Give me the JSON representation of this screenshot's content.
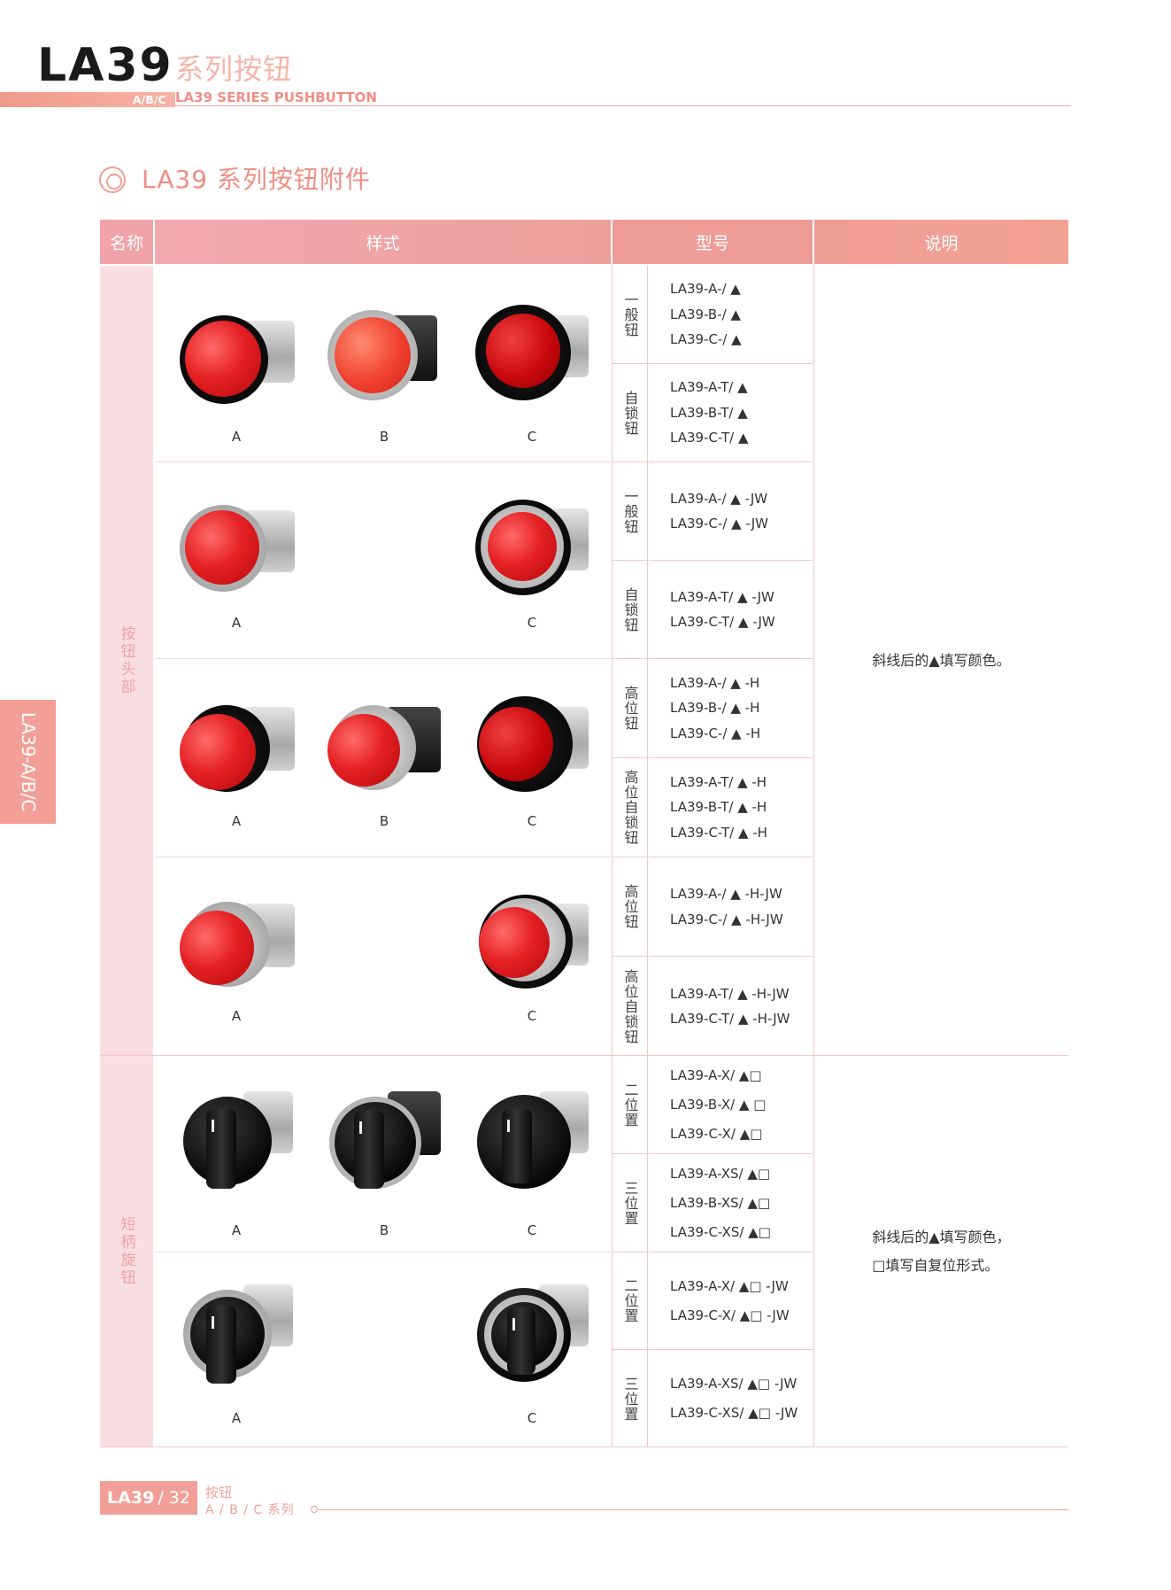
{
  "header": {
    "title": "LA39",
    "title_cn": "系列按钮",
    "subtitle_tag": "A/B/C",
    "subtitle_en": "LA39 SERIES PUSHBUTTON"
  },
  "section": {
    "title": "LA39 系列按钮附件"
  },
  "side_tab": {
    "label": "LA39-A/B/C"
  },
  "table": {
    "headers": {
      "name": "名称",
      "style": "样式",
      "model": "型号",
      "desc": "说明"
    },
    "categories": [
      {
        "label": "按钮头部"
      },
      {
        "label": "短柄旋钮"
      }
    ],
    "blocks": [
      {
        "labels": [
          "A",
          "B",
          "C"
        ]
      },
      {
        "labels": [
          "A",
          "C"
        ]
      },
      {
        "labels": [
          "A",
          "B",
          "C"
        ]
      },
      {
        "labels": [
          "A",
          "C"
        ]
      },
      {
        "labels": [
          "A",
          "B",
          "C"
        ]
      },
      {
        "labels": [
          "A",
          "C"
        ]
      }
    ],
    "rows": [
      {
        "type": "一般钮",
        "models": [
          "LA39-A-/ ▲",
          "LA39-B-/ ▲",
          "LA39-C-/ ▲"
        ]
      },
      {
        "type": "自锁钮",
        "models": [
          "LA39-A-T/ ▲",
          "LA39-B-T/ ▲",
          "LA39-C-T/ ▲"
        ]
      },
      {
        "type": "一般钮",
        "models": [
          "LA39-A-/ ▲ -JW",
          "LA39-C-/ ▲ -JW"
        ]
      },
      {
        "type": "自锁钮",
        "models": [
          "LA39-A-T/ ▲ -JW",
          "LA39-C-T/ ▲ -JW"
        ]
      },
      {
        "type": "高位钮",
        "models": [
          "LA39-A-/ ▲ -H",
          "LA39-B-/ ▲ -H",
          "LA39-C-/ ▲ -H"
        ]
      },
      {
        "type": "高位自锁钮",
        "models": [
          "LA39-A-T/ ▲ -H",
          "LA39-B-T/ ▲ -H",
          "LA39-C-T/ ▲ -H"
        ]
      },
      {
        "type": "高位钮",
        "models": [
          "LA39-A-/ ▲ -H-JW",
          "LA39-C-/ ▲ -H-JW"
        ]
      },
      {
        "type": "高位自锁钮",
        "models": [
          "LA39-A-T/ ▲ -H-JW",
          "LA39-C-T/ ▲ -H-JW"
        ]
      },
      {
        "type": "二位置",
        "models": [
          "LA39-A-X/ ▲□",
          "LA39-B-X/ ▲ □",
          "LA39-C-X/ ▲□"
        ]
      },
      {
        "type": "三位置",
        "models": [
          "LA39-A-XS/ ▲□",
          "LA39-B-XS/ ▲□",
          "LA39-C-XS/ ▲□"
        ]
      },
      {
        "type": "二位置",
        "models": [
          "LA39-A-X/ ▲□ -JW",
          "LA39-C-X/ ▲□ -JW"
        ]
      },
      {
        "type": "三位置",
        "models": [
          "LA39-A-XS/ ▲□ -JW",
          "LA39-C-XS/ ▲□ -JW"
        ]
      }
    ],
    "descriptions": [
      {
        "lines": [
          "斜线后的▲填写颜色。"
        ]
      },
      {
        "lines": [
          "斜线后的▲填写颜色，",
          "□填写自复位形式。"
        ]
      }
    ]
  },
  "footer": {
    "brand": "LA39",
    "page": "/ 32",
    "label_cn": "按钮",
    "label_sub": "A / B / C 系列"
  }
}
